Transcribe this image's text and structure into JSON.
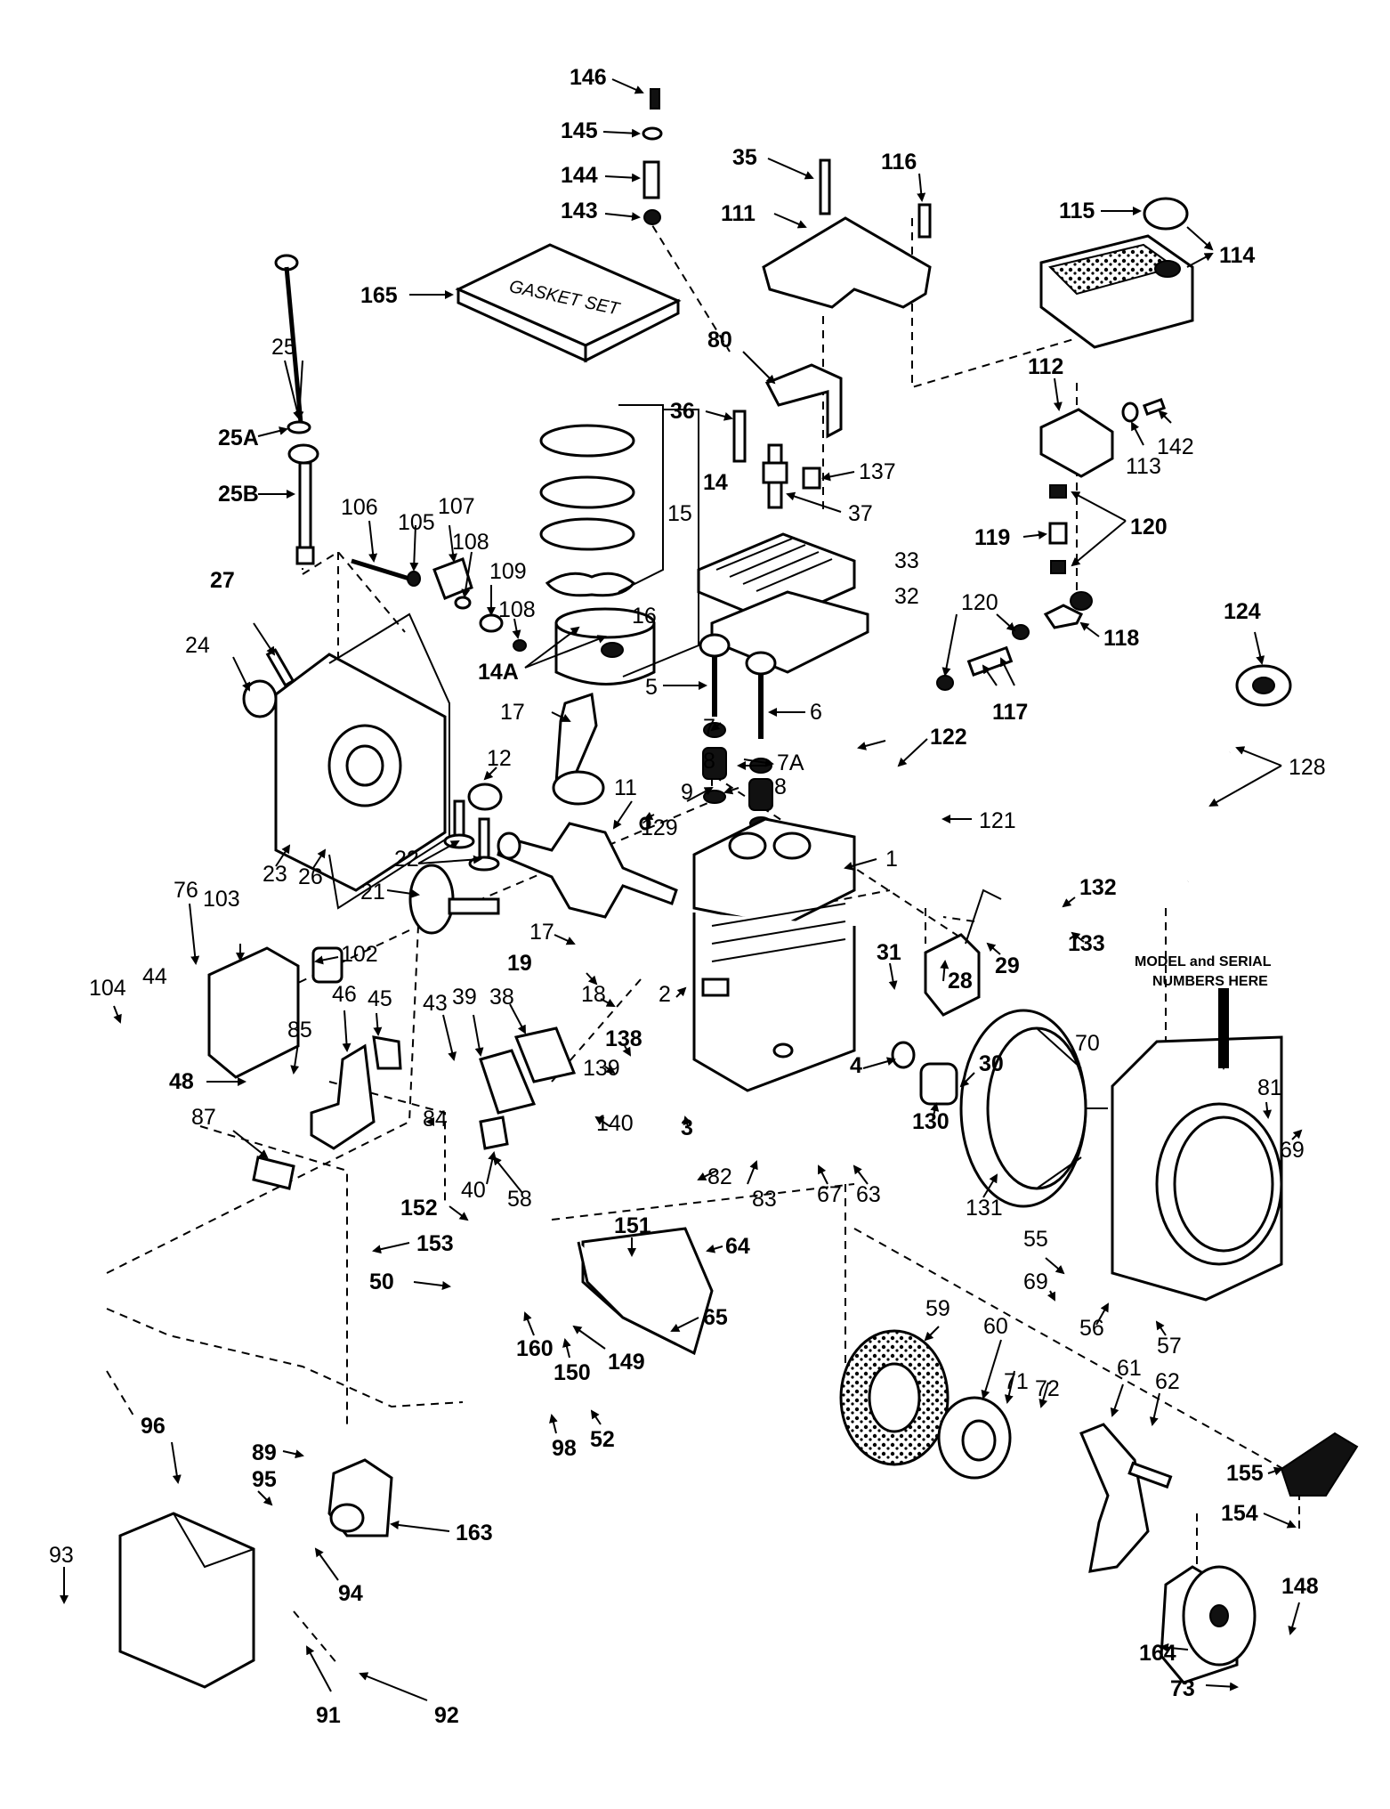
{
  "labels": [
    {
      "id": "146",
      "t": "146",
      "b": true
    },
    {
      "id": "145",
      "t": "145",
      "b": true
    },
    {
      "id": "144",
      "t": "144",
      "b": true
    },
    {
      "id": "143",
      "t": "143",
      "b": true
    },
    {
      "id": "35",
      "t": "35",
      "b": true
    },
    {
      "id": "116",
      "t": "116",
      "b": true
    },
    {
      "id": "115",
      "t": "115",
      "b": true
    },
    {
      "id": "114",
      "t": "114",
      "b": true
    },
    {
      "id": "111",
      "t": "111",
      "b": true
    },
    {
      "id": "165",
      "t": "165",
      "b": true
    },
    {
      "id": "25",
      "t": "25",
      "b": false
    },
    {
      "id": "25A",
      "t": "25A",
      "b": true
    },
    {
      "id": "25B",
      "t": "25B",
      "b": true
    },
    {
      "id": "80",
      "t": "80",
      "b": true
    },
    {
      "id": "112",
      "t": "112",
      "b": true
    },
    {
      "id": "36",
      "t": "36",
      "b": true
    },
    {
      "id": "14",
      "t": "14",
      "b": true
    },
    {
      "id": "137",
      "t": "137",
      "b": false
    },
    {
      "id": "113",
      "t": "113",
      "b": false
    },
    {
      "id": "142",
      "t": "142",
      "b": false
    },
    {
      "id": "37",
      "t": "37",
      "b": false
    },
    {
      "id": "106",
      "t": "106",
      "b": false
    },
    {
      "id": "105",
      "t": "105",
      "b": false
    },
    {
      "id": "107",
      "t": "107",
      "b": false
    },
    {
      "id": "15",
      "t": "15",
      "b": false
    },
    {
      "id": "120a",
      "t": "120",
      "b": true
    },
    {
      "id": "119",
      "t": "119",
      "b": true
    },
    {
      "id": "33",
      "t": "33",
      "b": false
    },
    {
      "id": "108a",
      "t": "108",
      "b": false
    },
    {
      "id": "109",
      "t": "109",
      "b": false
    },
    {
      "id": "32",
      "t": "32",
      "b": false
    },
    {
      "id": "27",
      "t": "27",
      "b": true
    },
    {
      "id": "108b",
      "t": "108",
      "b": false
    },
    {
      "id": "16",
      "t": "16",
      "b": false
    },
    {
      "id": "118",
      "t": "118",
      "b": true
    },
    {
      "id": "120b",
      "t": "120",
      "b": false
    },
    {
      "id": "124",
      "t": "124",
      "b": true
    },
    {
      "id": "24",
      "t": "24",
      "b": false
    },
    {
      "id": "14A",
      "t": "14A",
      "b": true
    },
    {
      "id": "5",
      "t": "5",
      "b": false
    },
    {
      "id": "6",
      "t": "6",
      "b": false
    },
    {
      "id": "117",
      "t": "117",
      "b": true
    },
    {
      "id": "17a",
      "t": "17",
      "b": false
    },
    {
      "id": "7",
      "t": "7",
      "b": false
    },
    {
      "id": "122",
      "t": "122",
      "b": true
    },
    {
      "id": "8a",
      "t": "8",
      "b": false
    },
    {
      "id": "7A",
      "t": "7A",
      "b": false
    },
    {
      "id": "128",
      "t": "128",
      "b": false
    },
    {
      "id": "12",
      "t": "12",
      "b": false
    },
    {
      "id": "11",
      "t": "11",
      "b": false
    },
    {
      "id": "9",
      "t": "9",
      "b": false
    },
    {
      "id": "8b",
      "t": "8",
      "b": false
    },
    {
      "id": "129",
      "t": "129",
      "b": false
    },
    {
      "id": "121",
      "t": "121",
      "b": false
    },
    {
      "id": "22",
      "t": "22",
      "b": false
    },
    {
      "id": "23",
      "t": "23",
      "b": false
    },
    {
      "id": "26",
      "t": "26",
      "b": false
    },
    {
      "id": "1",
      "t": "1",
      "b": false
    },
    {
      "id": "103",
      "t": "103",
      "b": false
    },
    {
      "id": "76",
      "t": "76",
      "b": false
    },
    {
      "id": "21",
      "t": "21",
      "b": false
    },
    {
      "id": "132",
      "t": "132",
      "b": true
    },
    {
      "id": "44",
      "t": "44",
      "b": false
    },
    {
      "id": "17b",
      "t": "17",
      "b": false
    },
    {
      "id": "102",
      "t": "102",
      "b": false
    },
    {
      "id": "29",
      "t": "29",
      "b": true
    },
    {
      "id": "133",
      "t": "133",
      "b": true
    },
    {
      "id": "31",
      "t": "31",
      "b": true
    },
    {
      "id": "19",
      "t": "19",
      "b": true
    },
    {
      "id": "28",
      "t": "28",
      "b": true
    },
    {
      "id": "104",
      "t": "104",
      "b": false
    },
    {
      "id": "45",
      "t": "45",
      "b": false
    },
    {
      "id": "43",
      "t": "43",
      "b": false
    },
    {
      "id": "39",
      "t": "39",
      "b": false
    },
    {
      "id": "38",
      "t": "38",
      "b": false
    },
    {
      "id": "18",
      "t": "18",
      "b": false
    },
    {
      "id": "2",
      "t": "2",
      "b": false
    },
    {
      "id": "46",
      "t": "46",
      "b": false
    },
    {
      "id": "30",
      "t": "30",
      "b": true
    },
    {
      "id": "85",
      "t": "85",
      "b": false
    },
    {
      "id": "70",
      "t": "70",
      "b": false
    },
    {
      "id": "138",
      "t": "138",
      "b": true
    },
    {
      "id": "139",
      "t": "139",
      "b": false
    },
    {
      "id": "4",
      "t": "4",
      "b": true
    },
    {
      "id": "81",
      "t": "81",
      "b": false
    },
    {
      "id": "48",
      "t": "48",
      "b": true
    },
    {
      "id": "130",
      "t": "130",
      "b": true
    },
    {
      "id": "69a",
      "t": "69",
      "b": false
    },
    {
      "id": "87",
      "t": "87",
      "b": false
    },
    {
      "id": "84",
      "t": "84",
      "b": false
    },
    {
      "id": "140",
      "t": "140",
      "b": false
    },
    {
      "id": "3",
      "t": "3",
      "b": true
    },
    {
      "id": "40",
      "t": "40",
      "b": false
    },
    {
      "id": "58",
      "t": "58",
      "b": false
    },
    {
      "id": "82",
      "t": "82",
      "b": false
    },
    {
      "id": "83",
      "t": "83",
      "b": false
    },
    {
      "id": "67",
      "t": "67",
      "b": false
    },
    {
      "id": "63",
      "t": "63",
      "b": false
    },
    {
      "id": "131",
      "t": "131",
      "b": false
    },
    {
      "id": "151",
      "t": "151",
      "b": true
    },
    {
      "id": "64",
      "t": "64",
      "b": true
    },
    {
      "id": "152",
      "t": "152",
      "b": true
    },
    {
      "id": "153",
      "t": "153",
      "b": true
    },
    {
      "id": "55",
      "t": "55",
      "b": false
    },
    {
      "id": "69b",
      "t": "69",
      "b": false
    },
    {
      "id": "50",
      "t": "50",
      "b": true
    },
    {
      "id": "65",
      "t": "65",
      "b": true
    },
    {
      "id": "56",
      "t": "56",
      "b": false
    },
    {
      "id": "57",
      "t": "57",
      "b": false
    },
    {
      "id": "59",
      "t": "59",
      "b": false
    },
    {
      "id": "60",
      "t": "60",
      "b": false
    },
    {
      "id": "160",
      "t": "160",
      "b": true
    },
    {
      "id": "150",
      "t": "150",
      "b": true
    },
    {
      "id": "149",
      "t": "149",
      "b": true
    },
    {
      "id": "71",
      "t": "71",
      "b": false
    },
    {
      "id": "72",
      "t": "72",
      "b": false
    },
    {
      "id": "61",
      "t": "61",
      "b": false
    },
    {
      "id": "62",
      "t": "62",
      "b": false
    },
    {
      "id": "96",
      "t": "96",
      "b": true
    },
    {
      "id": "89",
      "t": "89",
      "b": true
    },
    {
      "id": "98",
      "t": "98",
      "b": true
    },
    {
      "id": "52",
      "t": "52",
      "b": true
    },
    {
      "id": "155",
      "t": "155",
      "b": true
    },
    {
      "id": "95",
      "t": "95",
      "b": true
    },
    {
      "id": "163",
      "t": "163",
      "b": true
    },
    {
      "id": "154",
      "t": "154",
      "b": true
    },
    {
      "id": "93",
      "t": "93",
      "b": false
    },
    {
      "id": "94",
      "t": "94",
      "b": true
    },
    {
      "id": "148",
      "t": "148",
      "b": true
    },
    {
      "id": "164",
      "t": "164",
      "b": true
    },
    {
      "id": "73",
      "t": "73",
      "b": true
    },
    {
      "id": "91",
      "t": "91",
      "b": true
    },
    {
      "id": "92",
      "t": "92",
      "b": true
    }
  ],
  "gasket_text": "GASKET SET",
  "model_note": [
    "MODEL and SERIAL",
    "NUMBERS HERE"
  ]
}
